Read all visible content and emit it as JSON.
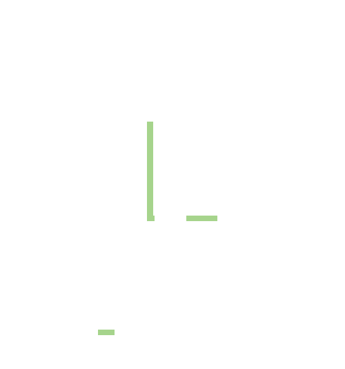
{
  "game": {
    "background_color": "#ffffff",
    "piece_color": "#a6d48c",
    "pieces": [
      {
        "name": "vertical-wall",
        "role": "wall"
      },
      {
        "name": "wall-foot",
        "role": "wall"
      },
      {
        "name": "horizontal-paddle",
        "role": "platform"
      },
      {
        "name": "small-marker",
        "role": "platform"
      }
    ]
  }
}
